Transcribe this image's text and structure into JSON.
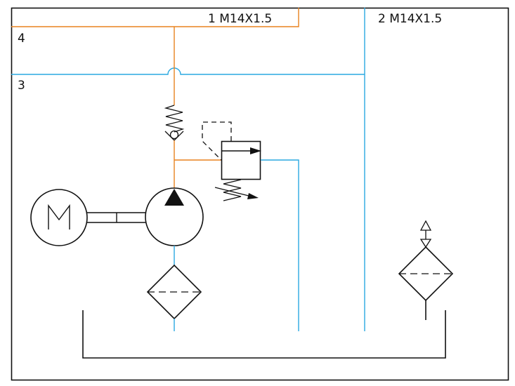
{
  "diagram": {
    "type": "hydraulic-schematic",
    "colors": {
      "pressure_line": "#e8821e",
      "return_line": "#2aa8e0",
      "symbol": "#111111",
      "background": "#ffffff"
    },
    "port_labels": {
      "port1": "1 M14X1.5",
      "port2": "2 M14X1.5",
      "line4": "4",
      "line3": "3",
      "motor": "M"
    },
    "components": [
      {
        "id": "electric-motor",
        "label": "M"
      },
      {
        "id": "coupling"
      },
      {
        "id": "hydraulic-pump"
      },
      {
        "id": "suction-filter"
      },
      {
        "id": "check-valve"
      },
      {
        "id": "pressure-relief-valve"
      },
      {
        "id": "return-filter"
      },
      {
        "id": "breather"
      },
      {
        "id": "tank"
      }
    ],
    "lines": [
      {
        "id": "pressure-line-4",
        "color": "pressure_line",
        "label": "4"
      },
      {
        "id": "return-line-3",
        "color": "return_line",
        "label": "3"
      }
    ]
  }
}
